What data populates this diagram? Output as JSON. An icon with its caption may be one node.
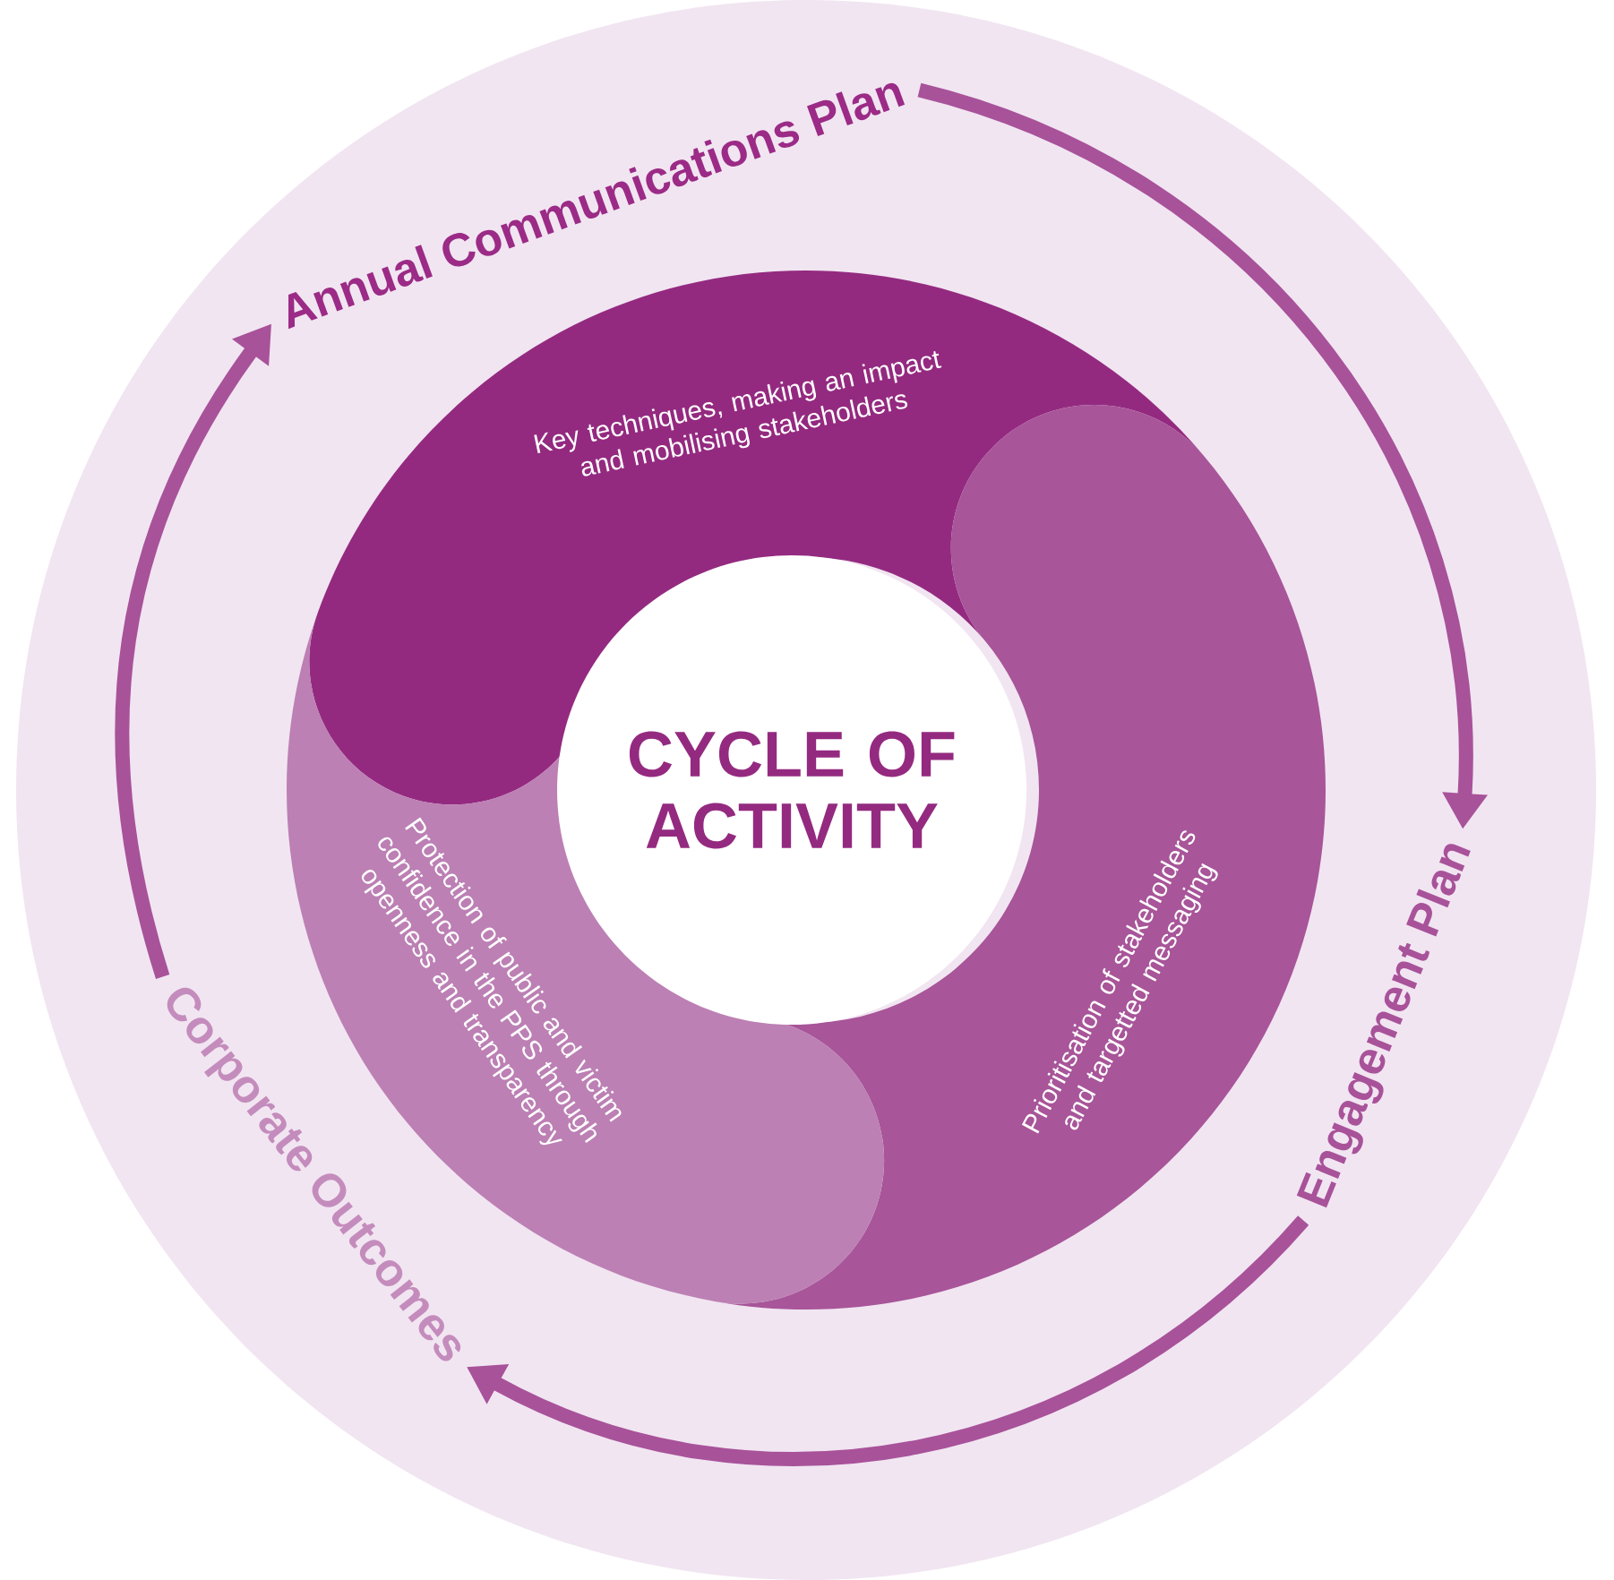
{
  "diagram": {
    "nodes": [
      {
        "text": [
          "Annual Communications Plan"
        ]
      },
      {
        "text": [
          "Engagement Plan"
        ]
      },
      {
        "text": [
          "Corporate Outcomes"
        ]
      },
      {
        "text": [
          "Key techniques, making an impact and mobilising stakeholders"
        ]
      },
      {
        "text": [
          "Prioritisation of stakeholders and targetted messaging"
        ]
      },
      {
        "text": [
          "Protection of public and victim confidence in the PPS through openness and transparency"
        ]
      },
      {
        "text": [
          "CYCLE OF ACTIVITY"
        ]
      }
    ],
    "edges": [
      {
        "from": 0,
        "to": 1,
        "arrow": "to"
      },
      {
        "from": 1,
        "to": 2,
        "arrow": "to"
      },
      {
        "from": 2,
        "to": 0,
        "arrow": "to"
      }
    ]
  }
}
